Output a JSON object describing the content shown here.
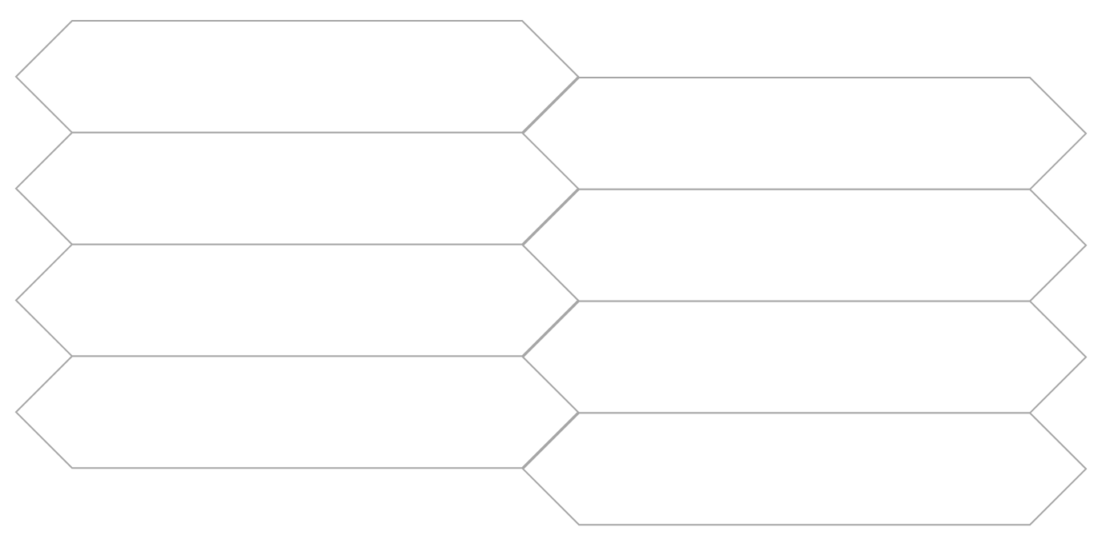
{
  "diagram": {
    "shape": "elongated-hexagon-tile",
    "colors": {
      "background": "#ffffff",
      "tile_fill": "#ffffff",
      "tile_stroke": "#a6a6a6"
    },
    "columns": [
      {
        "name": "left-column",
        "tile_count": 4
      },
      {
        "name": "right-column",
        "tile_count": 4
      }
    ]
  }
}
